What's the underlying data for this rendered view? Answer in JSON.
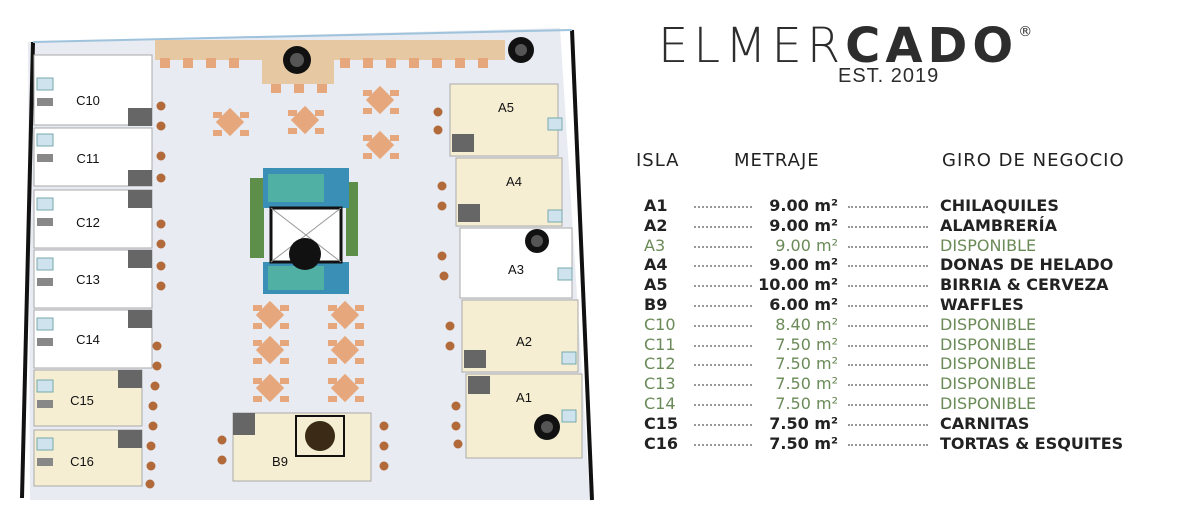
{
  "brand": {
    "name_light": "ELMER",
    "name_bold": "CADO",
    "registered": "®",
    "established": "EST. 2019"
  },
  "table": {
    "headers": {
      "isla": "ISLA",
      "metraje": "METRAJE",
      "giro": "GIRO DE NEGOCIO"
    },
    "rows": [
      {
        "isla": "A1",
        "metraje": "9.00 m²",
        "giro": "CHILAQUILES",
        "available": false
      },
      {
        "isla": "A2",
        "metraje": "9.00 m²",
        "giro": "ALAMBRERÍA",
        "available": false
      },
      {
        "isla": "A3",
        "metraje": "9.00 m²",
        "giro": "DISPONIBLE",
        "available": true
      },
      {
        "isla": "A4",
        "metraje": "9.00 m²",
        "giro": "DONAS DE HELADO",
        "available": false
      },
      {
        "isla": "A5",
        "metraje": "10.00 m²",
        "giro": "BIRRIA & CERVEZA",
        "available": false
      },
      {
        "isla": "B9",
        "metraje": "6.00 m²",
        "giro": "WAFFLES",
        "available": false
      },
      {
        "isla": "C10",
        "metraje": "8.40 m²",
        "giro": "DISPONIBLE",
        "available": true
      },
      {
        "isla": "C11",
        "metraje": "7.50 m²",
        "giro": "DISPONIBLE",
        "available": true
      },
      {
        "isla": "C12",
        "metraje": "7.50 m²",
        "giro": "DISPONIBLE",
        "available": true
      },
      {
        "isla": "C13",
        "metraje": "7.50 m²",
        "giro": "DISPONIBLE",
        "available": true
      },
      {
        "isla": "C14",
        "metraje": "7.50 m²",
        "giro": "DISPONIBLE",
        "available": true
      },
      {
        "isla": "C15",
        "metraje": "7.50 m²",
        "giro": "CARNITAS",
        "available": false
      },
      {
        "isla": "C16",
        "metraje": "7.50 m²",
        "giro": "TORTAS & ESQUITES",
        "available": false
      }
    ]
  },
  "map": {
    "stall_labels": {
      "C10": "C10",
      "C11": "C11",
      "C12": "C12",
      "C13": "C13",
      "C14": "C14",
      "C15": "C15",
      "C16": "C16",
      "A1": "A1",
      "A2": "A2",
      "A3": "A3",
      "A4": "A4",
      "A5": "A5",
      "B9": "B9"
    }
  },
  "colors": {
    "available_text": "#6a8a57",
    "occupied_stall": "#f5eed3",
    "free_stall": "#ffffff",
    "table_wood": "#e7a77c",
    "floor": "#e9ecf2",
    "stool": "#b26a3b"
  }
}
